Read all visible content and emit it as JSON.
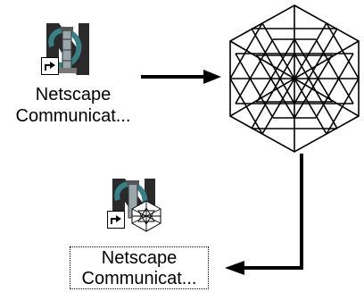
{
  "desktop": {
    "icon_before": {
      "label_line1": "Netscape",
      "label_line2": "Communicat..."
    },
    "icon_after": {
      "label_line1": "Netscape",
      "label_line2": "Communicat..."
    }
  },
  "icons": {
    "app_icon": "netscape-lighthouse-icon",
    "shortcut_overlay": "shortcut-arrow-icon",
    "geo_shape": "geodesic-sphere-icon",
    "arrows": [
      "arrow-right-icon",
      "arrow-down-left-icon"
    ]
  },
  "colors": {
    "background": "#ffffff",
    "icon_teal": "#3a7f86",
    "icon_dark": "#2a2a2a",
    "line": "#000000"
  }
}
